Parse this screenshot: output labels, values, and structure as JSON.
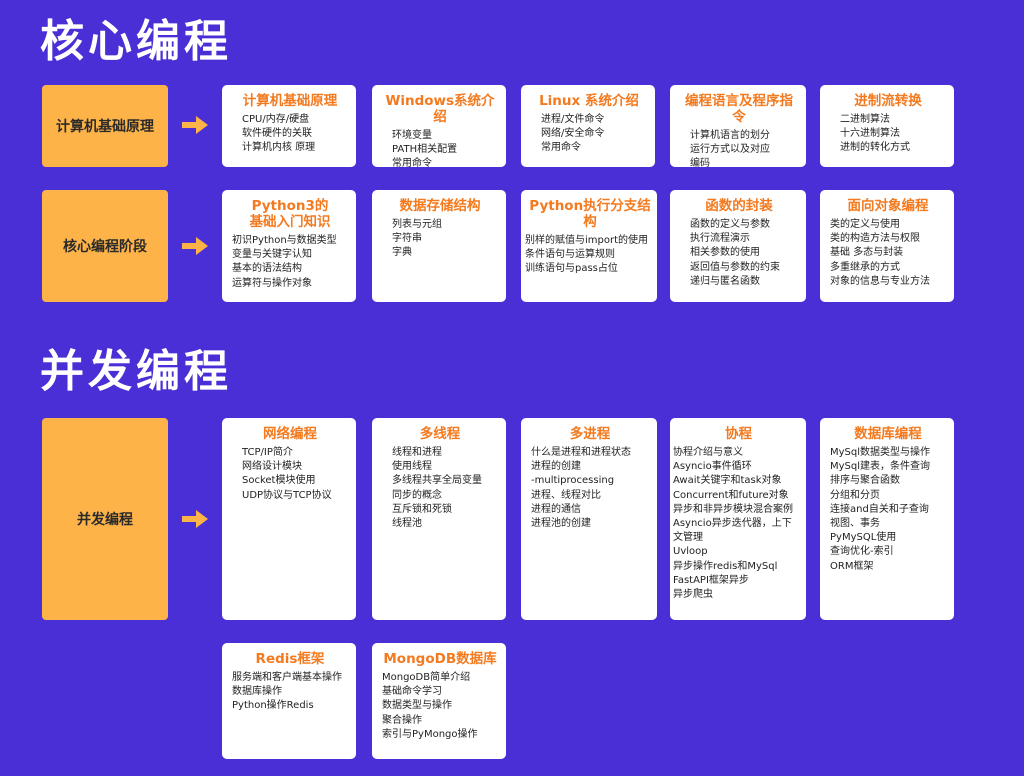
{
  "sections": {
    "core": {
      "title": "核心编程"
    },
    "concurrent": {
      "title": "并发编程"
    }
  },
  "stages": {
    "basics": {
      "label": "计算机基础原理"
    },
    "core": {
      "label": "核心编程阶段"
    },
    "concurrent": {
      "label": "并发编程"
    }
  },
  "cards": {
    "computer_basics": {
      "title": "计算机基础原理",
      "items": [
        "CPU/内存/硬盘",
        "软件硬件的关联",
        "计算机内核 原理"
      ]
    },
    "windows": {
      "title": "Windows系统介绍",
      "items": [
        "环境变量",
        "PATH相关配置",
        "常用命令"
      ]
    },
    "linux": {
      "title": "Linux 系统介绍",
      "items": [
        "进程/文件命令",
        "网络/安全命令",
        "常用命令"
      ]
    },
    "programming_lang": {
      "title": "编程语言及程序指令",
      "items": [
        "计算机语言的划分",
        "运行方式以及对应",
        "编码"
      ]
    },
    "base_conversion": {
      "title": "进制流转换",
      "items": [
        "二进制算法",
        "十六进制算法",
        "进制的转化方式"
      ]
    },
    "python3": {
      "title": "Python3的\n基础入门知识",
      "items": [
        "初识Python与数据类型",
        "变量与关键字认知",
        "基本的语法结构",
        "运算符与操作对象"
      ]
    },
    "data_structures": {
      "title": "数据存储结构",
      "items": [
        "列表与元组",
        "字符串",
        "字典"
      ]
    },
    "control_flow": {
      "title": "Python执行分支结构",
      "items": [
        "别样的赋值与import的使用",
        "条件语句与运算规则",
        "训练语句与pass占位"
      ]
    },
    "functions": {
      "title": "函数的封装",
      "items": [
        "函数的定义与参数",
        "执行流程演示",
        "相关参数的使用",
        "返回值与参数的约束",
        "递归与匿名函数"
      ]
    },
    "oop": {
      "title": "面向对象编程",
      "items": [
        "类的定义与使用",
        "类的构造方法与权限",
        "基础 多态与封装",
        "多重继承的方式",
        "对象的信息与专业方法"
      ]
    },
    "network": {
      "title": "网络编程",
      "items": [
        "TCP/IP简介",
        "网络设计模块",
        "Socket模块使用",
        "UDP协议与TCP协议"
      ]
    },
    "threading": {
      "title": "多线程",
      "items": [
        "线程和进程",
        "使用线程",
        "多线程共享全局变量",
        "同步的概念",
        "互斥锁和死锁",
        "线程池"
      ]
    },
    "multiprocessing": {
      "title": "多进程",
      "items": [
        "什么是进程和进程状态",
        "进程的创建",
        "-multiprocessing",
        "进程、线程对比",
        "进程的通信",
        "进程池的创建"
      ]
    },
    "coroutines": {
      "title": "协程",
      "items": [
        "协程介绍与意义",
        "Asyncio事件循环",
        "Await关键字和task对象",
        "Concurrent和future对象",
        "异步和非异步模块混合案例",
        "Asyncio异步迭代器，上下",
        "文管理",
        "Uvloop",
        "异步操作redis和MySql",
        "FastAPI框架异步",
        "异步爬虫"
      ]
    },
    "database": {
      "title": "数据库编程",
      "items": [
        "MySql数据类型与操作",
        "MySql建表，条件查询",
        "排序与聚合函数",
        "分组和分页",
        "连接and自关和子查询",
        "视图、事务",
        "PyMySQL使用",
        "查询优化-索引",
        "ORM框架"
      ]
    },
    "redis": {
      "title": "Redis框架",
      "items": [
        "服务端和客户端基本操作",
        "数据库操作",
        "Python操作Redis"
      ]
    },
    "mongodb": {
      "title": "MongoDB数据库",
      "items": [
        "MongoDB简单介绍",
        "基础命令学习",
        "数据类型与操作",
        "聚合操作",
        "索引与PyMongo操作"
      ]
    }
  },
  "colors": {
    "background": "#4a2fd6",
    "stage": "#fdb347",
    "card_title": "#f47a1f",
    "arrow": "#fdb347"
  },
  "icons": {
    "arrow": "arrow-right-icon"
  }
}
